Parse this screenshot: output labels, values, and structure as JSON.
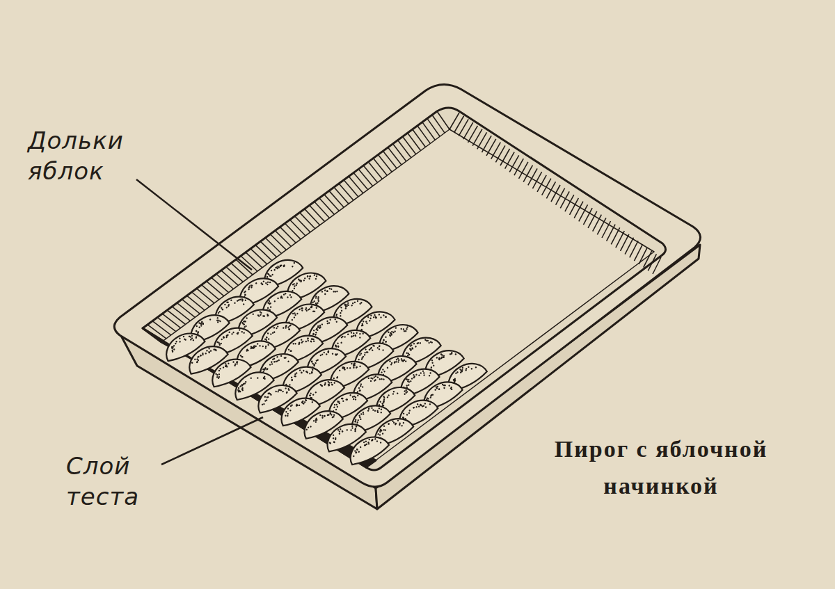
{
  "diagram": {
    "caption": "Пирог с яблочной начинкой",
    "labels": [
      "Дольки яблок",
      "Слой теста"
    ]
  }
}
